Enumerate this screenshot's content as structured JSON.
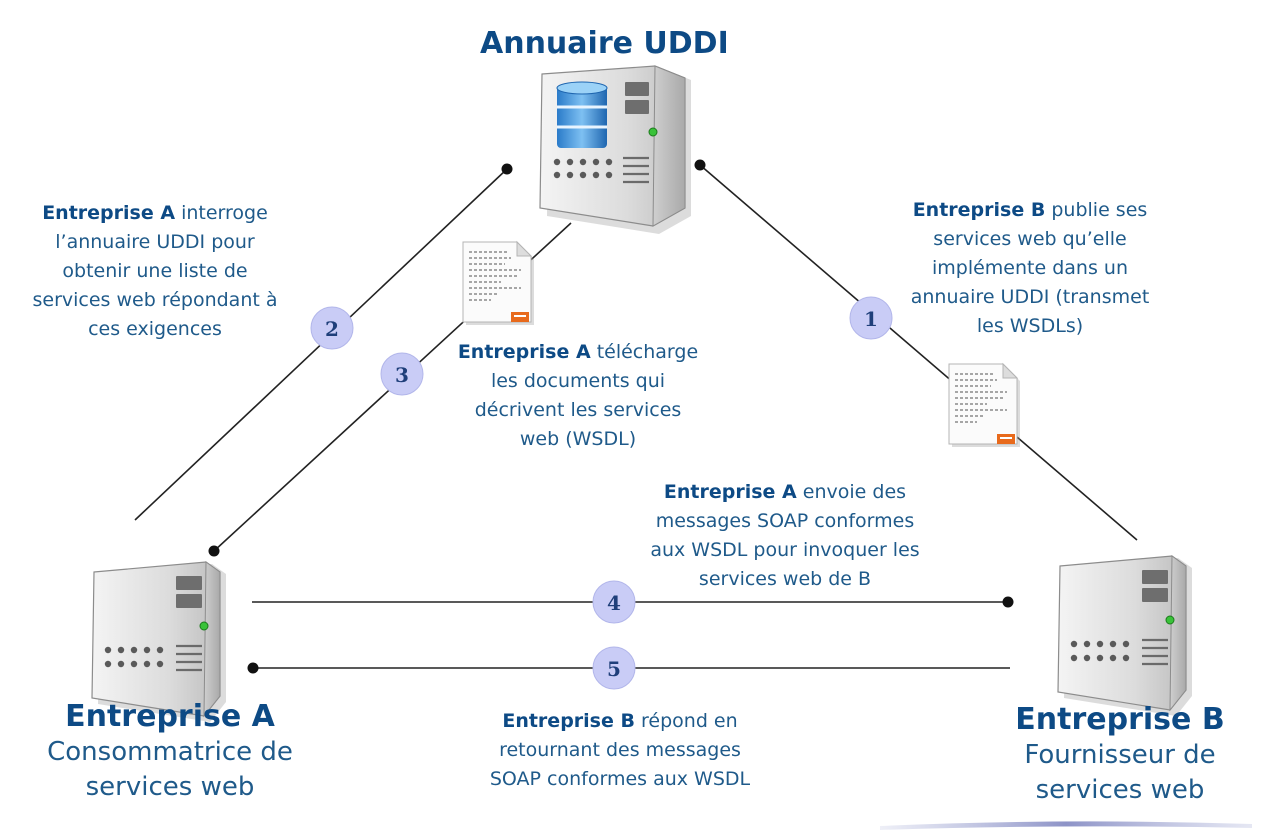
{
  "nodes": {
    "uddi": {
      "name": "Annuaire UDDI"
    },
    "entreprise_a": {
      "name": "Entreprise A",
      "role_line1": "Consommatrice de",
      "role_line2": "services web"
    },
    "entreprise_b": {
      "name": "Entreprise B",
      "role_line1": "Fournisseur de",
      "role_line2": "services web"
    }
  },
  "steps": [
    {
      "number": "1",
      "actor": "Entreprise B",
      "lines": [
        " publie ses",
        "services web qu’elle",
        "implémente dans un",
        "annuaire UDDI (transmet",
        "les WSDLs)"
      ]
    },
    {
      "number": "2",
      "actor": "Entreprise A",
      "lines": [
        " interroge",
        "l’annuaire UDDI pour",
        "obtenir une liste de",
        "services web répondant à",
        "ces exigences"
      ]
    },
    {
      "number": "3",
      "actor": "Entreprise A",
      "lines": [
        " télécharge",
        "les documents qui",
        "décrivent les services",
        "web (WSDL)"
      ]
    },
    {
      "number": "4",
      "actor": "Entreprise A",
      "lines": [
        " envoie des",
        "messages SOAP conformes",
        "aux WSDL pour invoquer les",
        "services web de B"
      ]
    },
    {
      "number": "5",
      "actor": "Entreprise B",
      "lines": [
        " répond en",
        "retournant des messages",
        "SOAP conformes aux WSDL"
      ]
    }
  ],
  "colors": {
    "title_blue": "#0d4a85",
    "text_blue": "#1f5a8a",
    "badge_fill": "#c9ccf6",
    "line": "#222222",
    "wsdl_badge": "#e86a1c"
  }
}
